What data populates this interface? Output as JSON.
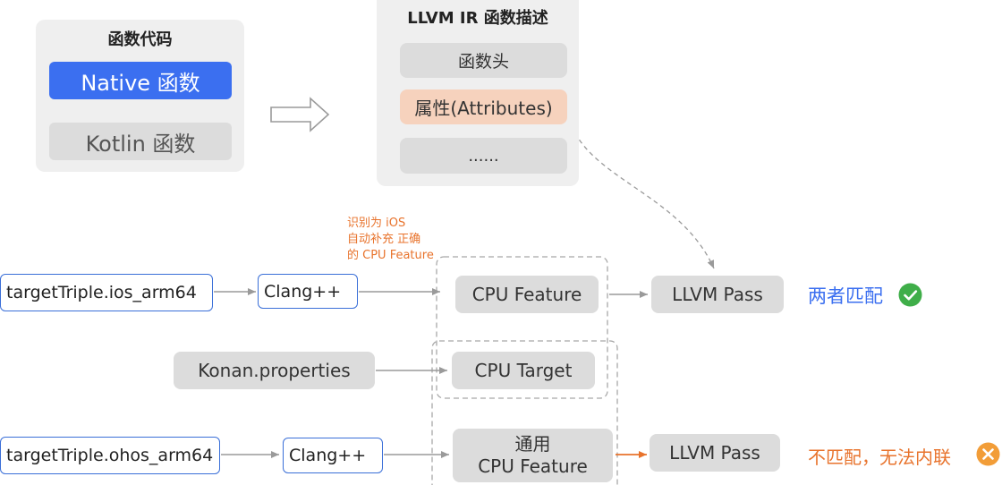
{
  "left_panel": {
    "title": "函数代码",
    "native": "Native 函数",
    "kotlin": "Kotlin 函数"
  },
  "ir_panel": {
    "title": "LLVM IR 函数描述",
    "header": "函数头",
    "attributes": "属性(Attributes)",
    "ellipsis": "......"
  },
  "annotation": {
    "line1": "识别为 iOS",
    "line2": "自动补充 正确",
    "line3": "的 CPU Feature"
  },
  "row1": {
    "triple": "targetTriple.ios_arm64",
    "clang": "Clang++",
    "feature": "CPU Feature",
    "pass": "LLVM Pass",
    "result": "两者匹配"
  },
  "row2": {
    "properties": "Konan.properties",
    "target": "CPU Target"
  },
  "row3": {
    "triple": "targetTriple.ohos_arm64",
    "clang": "Clang++",
    "feature_line1": "通用",
    "feature_line2": "CPU Feature",
    "pass": "LLVM Pass",
    "result": "不匹配，无法内联"
  },
  "colors": {
    "blue_accent": "#3b6ff0",
    "orange_accent": "#e8732c",
    "attribute_fill": "#f6d2bd",
    "check_green": "#3fae49",
    "warn_orange": "#f29d38"
  },
  "icons": {
    "match": "check-circle-icon",
    "mismatch": "close-circle-icon"
  }
}
